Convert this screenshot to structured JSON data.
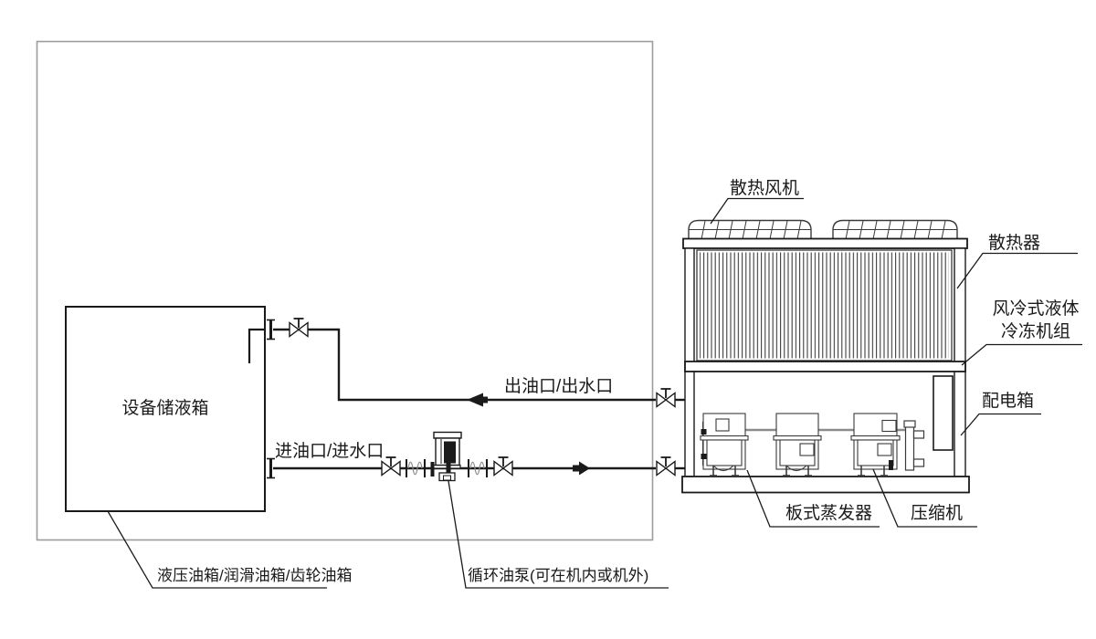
{
  "diagram": {
    "type": "piping-schematic",
    "labels": {
      "fan": "散热风机",
      "radiator": "散热器",
      "chiller_line1": "风冷式液体",
      "chiller_line2": "冷冻机组",
      "power_box": "配电箱",
      "evaporator": "板式蒸发器",
      "compressor": "压缩机",
      "tank": "设备储液箱",
      "outlet_port": "出油口/出水口",
      "inlet_port": "进油口/进水口",
      "tank_types": "液压油箱/润滑油箱/齿轮油箱",
      "pump": "循环油泵(可在机内或机外)"
    }
  },
  "colors": {
    "line": "#1a1a1a",
    "frame_gray": "#9c9c9c",
    "pipe_gray": "#8c8c8c",
    "background": "#ffffff"
  }
}
